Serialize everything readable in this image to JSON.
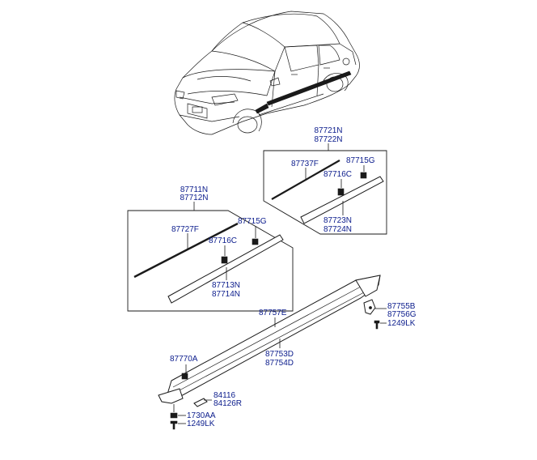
{
  "labels": {
    "p87721N": "87721N",
    "p87722N": "87722N",
    "p87737F": "87737F",
    "p87715G_right": "87715G",
    "p87716C_right": "87716C",
    "p87723N": "87723N",
    "p87724N": "87724N",
    "p87711N": "87711N",
    "p87712N": "87712N",
    "p87727F": "87727F",
    "p87715G_left": "87715G",
    "p87716C_left": "87716C",
    "p87713N": "87713N",
    "p87714N": "87714N",
    "p87757E": "87757E",
    "p87755B": "87755B",
    "p87756G": "87756G",
    "p1249LK_right": "1249LK",
    "p87770A": "87770A",
    "p87753D": "87753D",
    "p87754D": "87754D",
    "p84116": "84116",
    "p84126R": "84126R",
    "p1730AA": "1730AA",
    "p1249LK_bottom": "1249LK"
  },
  "colors": {
    "label": "#0b1c8c",
    "linework": "#1a1a1a"
  }
}
